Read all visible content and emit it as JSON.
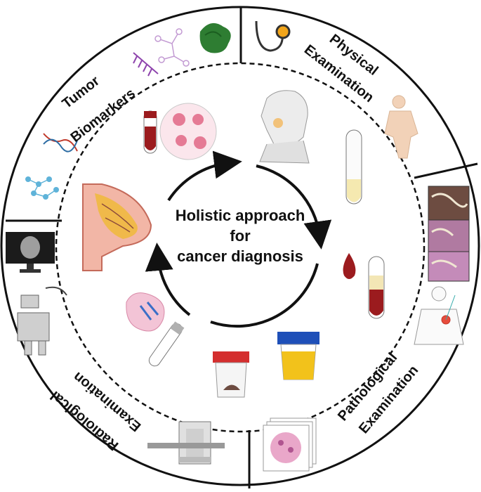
{
  "center_text": {
    "line1": "Holistic approach",
    "line2": "for",
    "line3": "cancer diagnosis"
  },
  "sections": {
    "tumor_biomarkers": {
      "line1": "Tumor",
      "line2": "Biomarkers"
    },
    "physical_examination": {
      "line1": "Physical",
      "line2": "Examination"
    },
    "pathological_examination": {
      "line1": "Pathological",
      "line2": "Examination"
    },
    "radiological_examination": {
      "line1": "Radiological",
      "line2": "Examination"
    }
  },
  "colors": {
    "ring_stroke": "#111111",
    "arrow": "#111111",
    "blood": "#9b1b1e",
    "urine": "#f2c21b",
    "tissue_pink": "#e9a7c9",
    "skin": "#f2d2b8",
    "screen": "#1b1b1b"
  },
  "icons": [
    "dna-icon",
    "molecule-icon",
    "protein-icon",
    "rna-icon",
    "network-icon",
    "stethoscope-icon",
    "head-profile-icon",
    "body-figure-icon",
    "tissue-histology-icon",
    "patient-biopsy-icon",
    "slides-icon",
    "mri-scanner-icon",
    "ultrasound-icon",
    "monitor-icon",
    "breast-anatomy-icon",
    "blood-tube-icon",
    "cells-icon",
    "empty-tube-icon",
    "urine-cup-icon",
    "stool-cup-icon",
    "swab-tube-icon",
    "lymph-icon",
    "blood-drop-icon"
  ]
}
